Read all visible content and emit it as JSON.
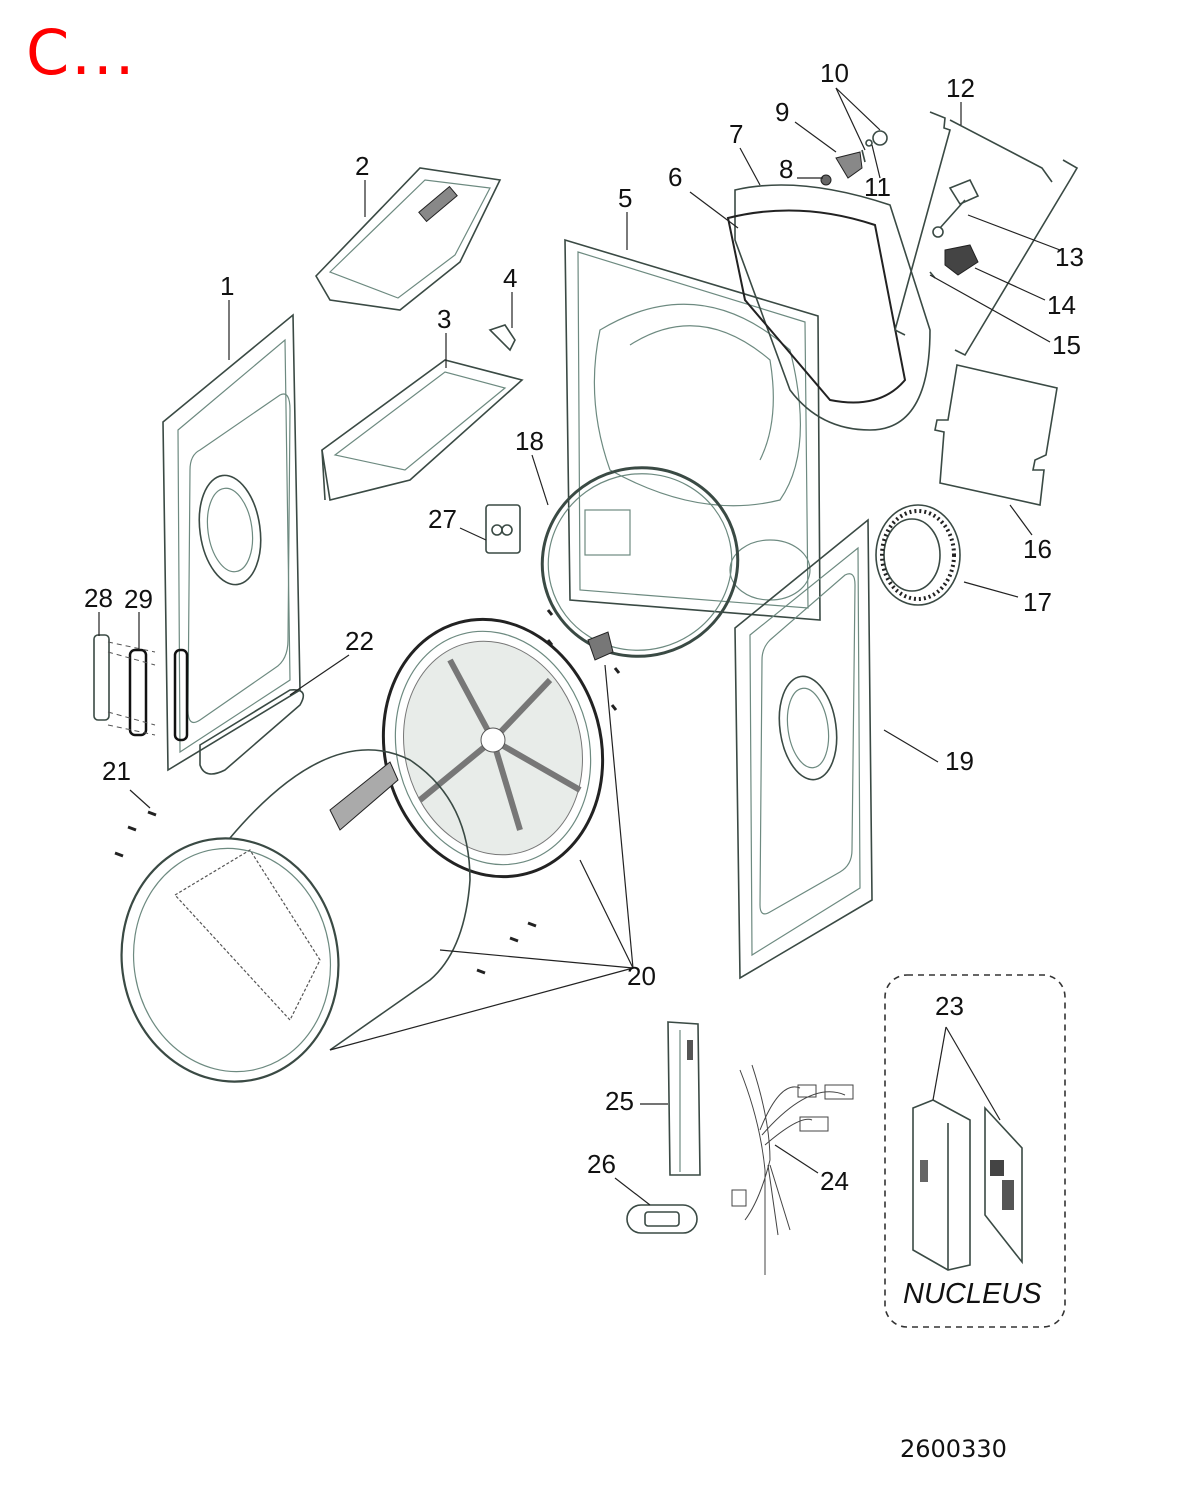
{
  "title": "C...",
  "title_color": "#ff0000",
  "document_id": "2600330",
  "diagram": {
    "type": "exploded-parts-view",
    "subject": "dryer cabinet assembly",
    "part_labels": [
      "1",
      "2",
      "3",
      "4",
      "5",
      "6",
      "7",
      "8",
      "9",
      "10",
      "11",
      "12",
      "13",
      "14",
      "15",
      "16",
      "17",
      "18",
      "19",
      "20",
      "21",
      "22",
      "23",
      "24",
      "25",
      "26",
      "27",
      "28",
      "29"
    ],
    "group_box": {
      "label": "NUCLEUS",
      "part": "23"
    }
  }
}
